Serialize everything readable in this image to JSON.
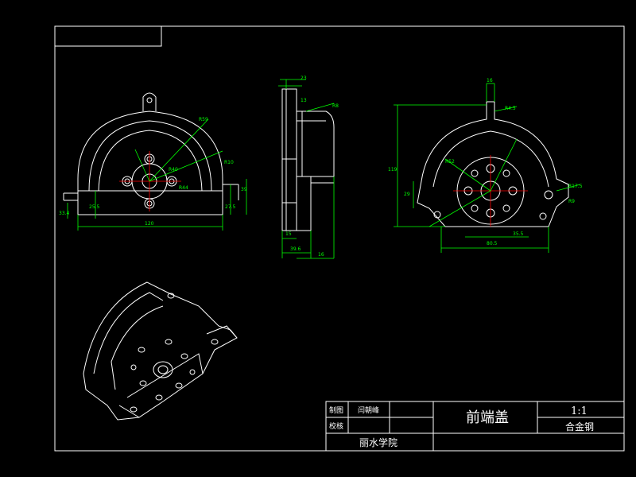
{
  "title_block": {
    "row1_label": "制图",
    "row1_name": "闫朝峰",
    "row2_label": "校核",
    "part_name": "前端盖",
    "scale": "1:1",
    "material": "合金钢",
    "school": "丽水学院"
  },
  "dims_front": [
    "120",
    "R40",
    "R59",
    "R10",
    "R44",
    "39",
    "27.5",
    "25.5",
    "33.4"
  ],
  "dims_side": [
    "23",
    "13",
    "R8",
    "15",
    "39.6",
    "16"
  ],
  "dims_right": [
    "16",
    "R4.5",
    "119",
    "R52",
    "R17.5",
    "29",
    "R9",
    "80.5",
    "35.5"
  ],
  "colors": {
    "background": "#000000",
    "outline": "#ffffff",
    "dimension": "#00ff00",
    "center": "#ff0000"
  }
}
